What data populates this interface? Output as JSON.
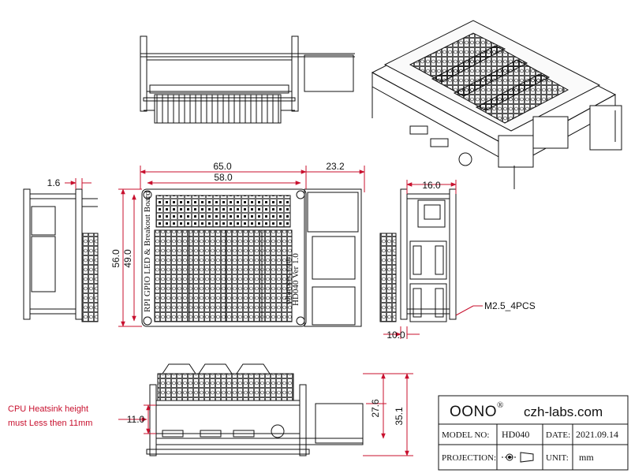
{
  "dimensions": {
    "width_65": "65.0",
    "width_58": "58.0",
    "width_23": "23.2",
    "left_1_6": "1.6",
    "side_16": "16.0",
    "height_56": "56.0",
    "height_49": "49.0",
    "side_10": "10.0",
    "hole_note": "M2.5_4PCS",
    "height_27_6": "27.6",
    "height_35_1": "35.1",
    "clearance_11": "11.0"
  },
  "notes": {
    "heatsink_line1": "CPU Heatsink height",
    "heatsink_line2": "must Less then 11mm"
  },
  "board_text": {
    "side_title": "RPI GPIO LED & Breakout Board",
    "model_ver": "HD040 Ver 1.0",
    "site": "oltarotec.com"
  },
  "title_block": {
    "brand": "OONO",
    "registered": "®",
    "website": "czh-labs.com",
    "model_label": "MODEL NO:",
    "model_value": "HD040",
    "date_label": "DATE:",
    "date_value": "2021.09.14",
    "projection_label": "PROJECTION:",
    "unit_label": "UNIT:",
    "unit_value": "mm"
  },
  "colors": {
    "line": "#111111",
    "dimension": "#c8102e",
    "note": "#c8102e",
    "terminal": "#111111"
  }
}
